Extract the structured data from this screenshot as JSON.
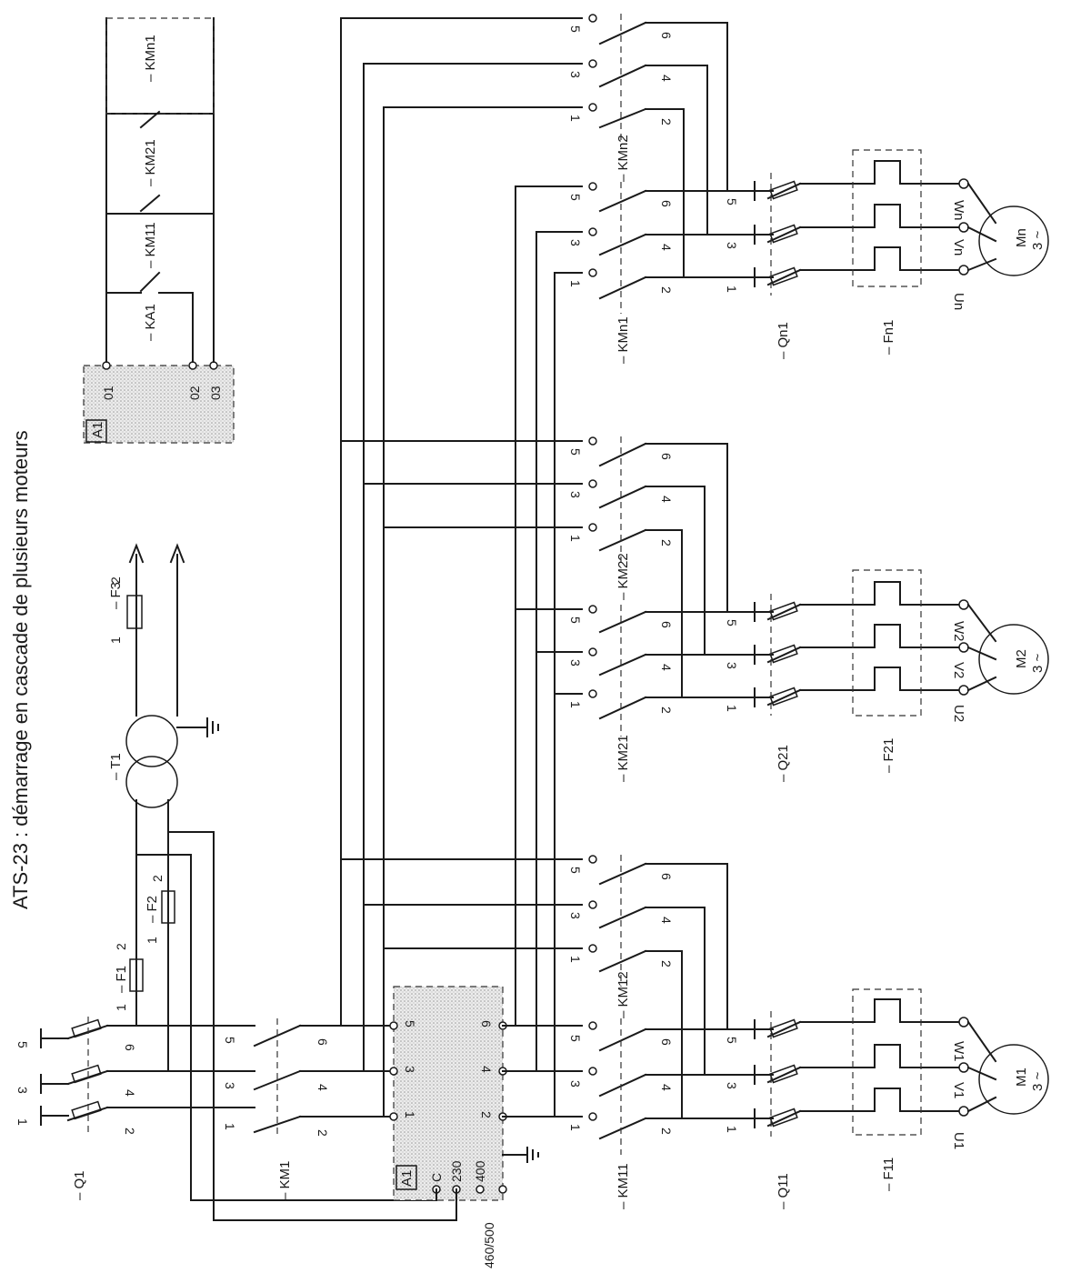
{
  "title": "ATS-23 : démarrage en cascade de plusieurs moteurs",
  "colors": {
    "ink": "#1a1a1a",
    "stipple": "#dedede",
    "paper": "#ffffff"
  },
  "labels": {
    "q1": "– Q1",
    "f1": "– F1",
    "f2": "– F2",
    "f3": "– F3",
    "t1": "– T1",
    "km1": "– KM1",
    "km11": "– KM11",
    "km12": "– KM12",
    "km21": "– KM21",
    "km22": "– KM22",
    "kmn1": "– KMn1",
    "kmn2": "– KMn2",
    "q11": "– Q11",
    "q21": "– Q21",
    "qn1": "– Qn1",
    "f11": "– F11",
    "f21": "– F21",
    "fn1": "– Fn1",
    "ka1": "– KA1",
    "ctrl_km11": "– KM11",
    "ctrl_km21": "– KM21",
    "ctrl_kmn1": "– KMn1",
    "a1": "A1",
    "a1_ctrl": "A1"
  },
  "terminals": {
    "num1": "1",
    "num2": "2",
    "num3": "3",
    "num4": "4",
    "num5": "5",
    "num6": "6",
    "c": "C",
    "v230": "230",
    "v400": "400",
    "v460": "460/500",
    "o1": "01",
    "o2": "02",
    "o3": "03"
  },
  "motors": [
    {
      "name": "M1",
      "phase": "3 ~",
      "u": "U1",
      "v": "V1",
      "w": "W1"
    },
    {
      "name": "M2",
      "phase": "3 ~",
      "u": "U2",
      "v": "V2",
      "w": "W2"
    },
    {
      "name": "Mn",
      "phase": "3 ~",
      "u": "Un",
      "v": "Vn",
      "w": "Wn"
    }
  ]
}
